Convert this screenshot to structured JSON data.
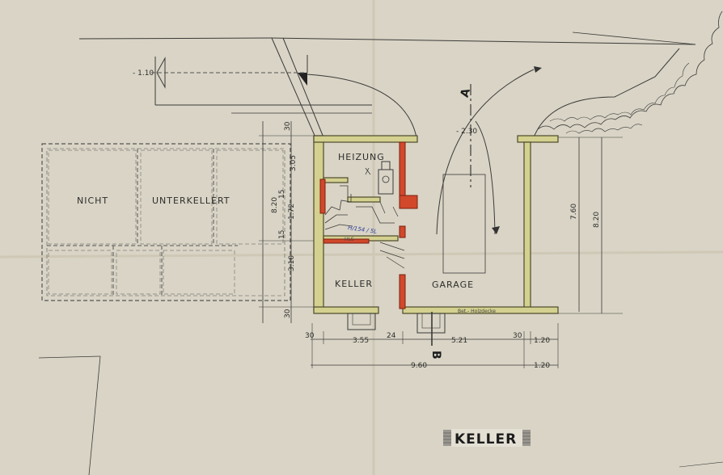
{
  "rooms": {
    "heizung": "HEIZUNG",
    "keller": "KELLER",
    "garage": "GARAGE",
    "nicht": "NICHT",
    "unterkellert": "UNTERKELLERT"
  },
  "title": "KELLER",
  "section_marks": {
    "a": "A",
    "b": "B"
  },
  "levels": {
    "top_left": "- 1.10",
    "garage": "- 2.30"
  },
  "dims": {
    "d30_a": "30",
    "d3_55": "3.55",
    "d24": "24",
    "d5_21": "5.21",
    "d30_b": "30",
    "d1_20_a": "1.20",
    "d9_60": "9.60",
    "d1_20_b": "1.20",
    "v30_top": "30",
    "v3_05": "3.05",
    "v15": "15",
    "v8_20": "8.20",
    "v1_72": "1.72",
    "v15_b": "15",
    "v3_10": "3.10",
    "v30_bot": "30",
    "r7_60": "7.60",
    "r8_20": "8.20"
  },
  "notes": {
    "bet": "Bet.- Holzdecke",
    "hls": "HLS",
    "handwritten": "H/154 / 5L"
  },
  "colors": {
    "paper": "#d9d4c5",
    "wall_yellow": "#d4d08f",
    "wall_red": "#d1482b",
    "ink": "#3b3a3a"
  }
}
